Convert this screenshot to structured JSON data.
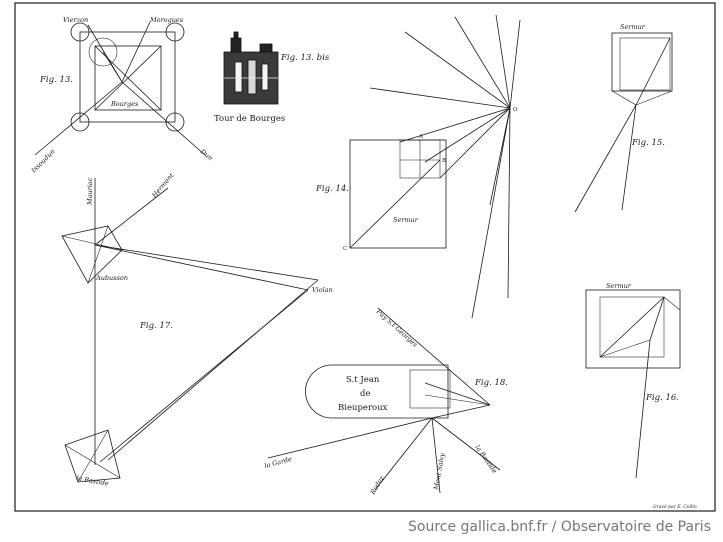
{
  "labels": {
    "fig13": "Fig. 13.",
    "fig13bis": "Fig. 13. bis",
    "fig14": "Fig. 14.",
    "fig15": "Fig. 15.",
    "fig16": "Fig. 16.",
    "fig17": "Fig. 17.",
    "fig18": "Fig. 18.",
    "tour_de_bourges": "Tour de Bourges",
    "bourges": "Bourges",
    "vierzon": "Vierzon",
    "morogues": "Morogues",
    "issoudun": "Issoudun",
    "dun": "Dun",
    "sermur": "Sermur",
    "mauriac": "Mauriac",
    "herment": "Herment",
    "aubusson": "Aubusson",
    "violan": "Violan",
    "la_bastide": "la Bastide",
    "st_jean_line1": "S.t Jean",
    "st_jean_line2": "de",
    "st_jean_line3": "Bieuperoux",
    "puy_st_georges": "Puy S.t Georges",
    "la_garde": "la Garde",
    "rodez": "Rodez",
    "mont_salvy": "Mont Salvy",
    "engraver": "Gravé par E. Collin"
  },
  "source": "Source gallica.bnf.fr / Observatoire de Paris"
}
